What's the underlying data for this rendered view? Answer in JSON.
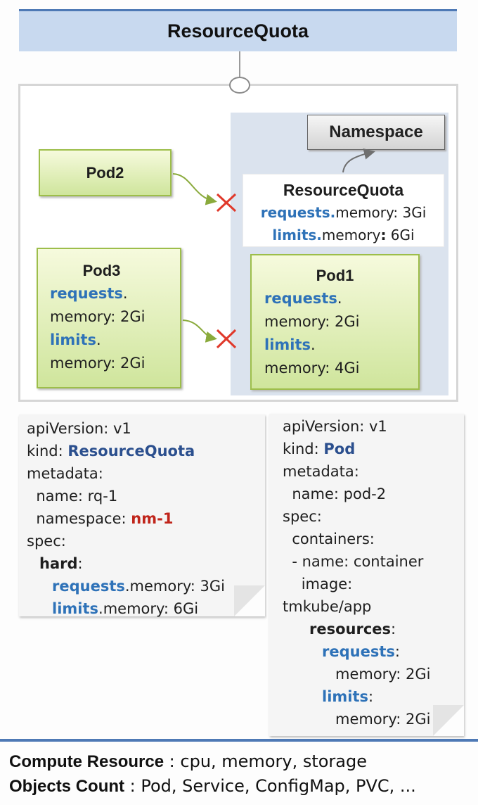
{
  "title": "ResourceQuota",
  "namespace_label": "Namespace",
  "quota_box": {
    "title": "ResourceQuota",
    "requests_key": "requests.",
    "requests_rest": "memory: 3Gi",
    "limits_key": "limits.",
    "limits_mid": "memory",
    "limits_colon": ":",
    "limits_val": " 6Gi"
  },
  "pods": {
    "pod2": {
      "name": "Pod2"
    },
    "pod3": {
      "name": "Pod3",
      "requests_key": "requests",
      "requests_val": "memory: 2Gi",
      "limits_key": "limits",
      "limits_val": "memory: 2Gi"
    },
    "pod1": {
      "name": "Pod1",
      "requests_key": "requests",
      "requests_val": "memory: 2Gi",
      "limits_key": "limits",
      "limits_val": "memory: 4Gi"
    }
  },
  "yaml_quota": {
    "api": "apiVersion: v1",
    "kind_key": "kind: ",
    "kind_val": "ResourceQuota",
    "metadata": "metadata:",
    "name": "  name: rq-1",
    "ns_key": "  namespace: ",
    "ns_val": "nm-1",
    "spec": "spec:",
    "hard": "hard",
    "hard_colon": ":",
    "req_key": "requests",
    "req_rest": ".memory: 3Gi",
    "lim_key": "limits",
    "lim_rest": ".memory: 6Gi"
  },
  "yaml_pod": {
    "api": "apiVersion: v1",
    "kind_key": "kind: ",
    "kind_val": "Pod",
    "metadata": "metadata:",
    "name": "  name: pod-2",
    "spec": "spec:",
    "containers": "  containers:",
    "cname": "  - name: container",
    "image": "    image:",
    "image_val": "tmkube/app",
    "resources": "resources",
    "res_colon": ":",
    "req_key": "requests",
    "req_colon": ":",
    "req_val": "memory: 2Gi",
    "lim_key": "limits",
    "lim_colon": ":",
    "lim_val": "memory: 2Gi"
  },
  "footer": {
    "line1_key": "Compute Resource",
    "line1_val": " : cpu, memory, storage",
    "line2_key": "Objects Count",
    "line2_val": " : Pod, Service, ConfigMap, PVC, ..."
  },
  "colors": {
    "accent_blue": "#2e72b8",
    "navy": "#2b4f8e",
    "red": "#c0251b",
    "pod_green": "#cfe59c"
  }
}
